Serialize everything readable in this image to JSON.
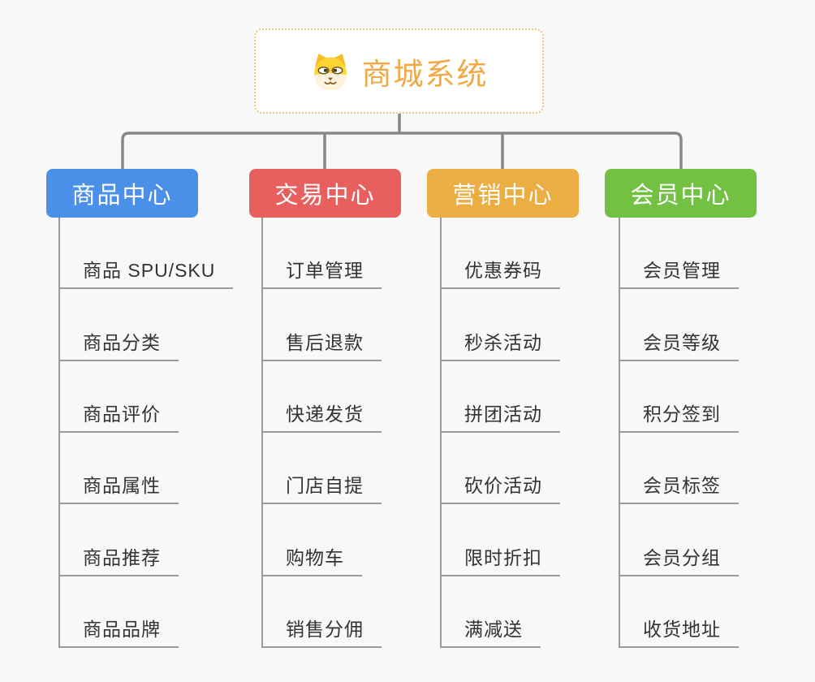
{
  "canvas": {
    "background": "#f8f8f8",
    "connector_color": "#878787",
    "leaf_line_color": "#9a9a9a"
  },
  "root": {
    "title": "商城系统",
    "title_color": "#f2a944",
    "border_color": "#f3c37a",
    "icon": "dog-face-icon"
  },
  "branches": [
    {
      "label": "商品中心",
      "color": "#4a90e9",
      "items": [
        "商品 SPU/SKU",
        "商品分类",
        "商品评价",
        "商品属性",
        "商品推荐",
        "商品品牌"
      ]
    },
    {
      "label": "交易中心",
      "color": "#e7605e",
      "items": [
        "订单管理",
        "售后退款",
        "快递发货",
        "门店自提",
        "购物车",
        "销售分佣"
      ]
    },
    {
      "label": "营销中心",
      "color": "#ecae43",
      "items": [
        "优惠券码",
        "秒杀活动",
        "拼团活动",
        "砍价活动",
        "限时折扣",
        "满减送"
      ]
    },
    {
      "label": "会员中心",
      "color": "#72c142",
      "items": [
        "会员管理",
        "会员等级",
        "积分签到",
        "会员标签",
        "会员分组",
        "收货地址"
      ]
    }
  ]
}
